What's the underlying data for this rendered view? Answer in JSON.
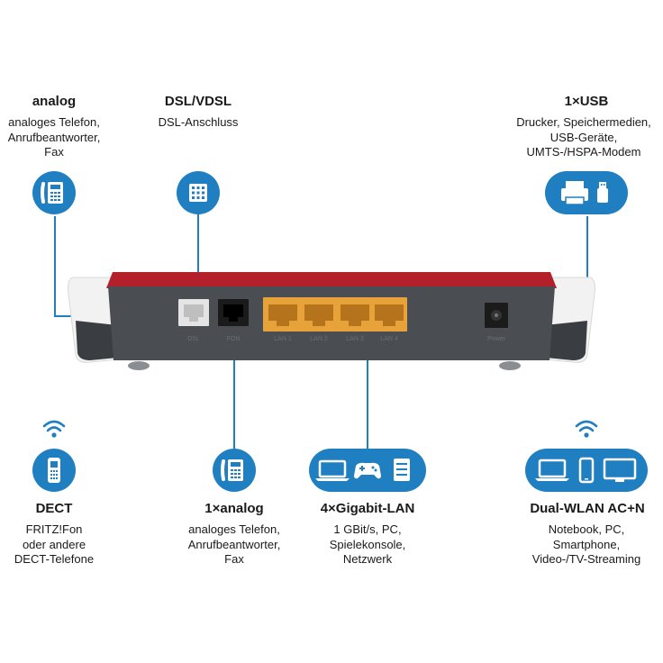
{
  "colors": {
    "accent": "#1f7fc0",
    "device_body": "#4a4d52",
    "device_top": "#b3202a",
    "lan_ports": "#e8a23a",
    "white_caps": "#f2f2f2"
  },
  "features": {
    "analog_top": {
      "title": "analog",
      "lines": [
        "analoges Telefon,",
        "Anrufbeantworter,",
        "Fax"
      ],
      "icon": "analog-phone-icon"
    },
    "dsl": {
      "title": "DSL/VDSL",
      "lines": [
        "DSL-Anschluss"
      ],
      "icon": "dsl-keypad-icon"
    },
    "usb": {
      "title": "1×USB",
      "lines": [
        "Drucker, Speichermedien,",
        "USB-Geräte,",
        "UMTS-/HSPA-Modem"
      ],
      "icon": "printer-usb-icon"
    },
    "dect": {
      "title": "DECT",
      "lines": [
        "FRITZ!Fon",
        "oder andere",
        "DECT-Telefone"
      ],
      "icon": "dect-phone-icon"
    },
    "analog_bottom": {
      "title": "1×analog",
      "lines": [
        "analoges Telefon,",
        "Anrufbeantworter,",
        "Fax"
      ],
      "icon": "analog-phone-icon"
    },
    "lan": {
      "title": "4×Gigabit-LAN",
      "lines": [
        "1 GBit/s, PC,",
        "Spielekonsole,",
        "Netzwerk"
      ],
      "icon": "lan-devices-icon"
    },
    "wlan": {
      "title": "Dual-WLAN AC+N",
      "lines": [
        "Notebook, PC,",
        "Smartphone,",
        "Video-/TV-Streaming"
      ],
      "icon": "wlan-devices-icon"
    }
  },
  "device": {
    "port_labels": [
      "DSL",
      "FON",
      "LAN 1",
      "LAN 2",
      "LAN 3",
      "LAN 4",
      "Power"
    ]
  }
}
